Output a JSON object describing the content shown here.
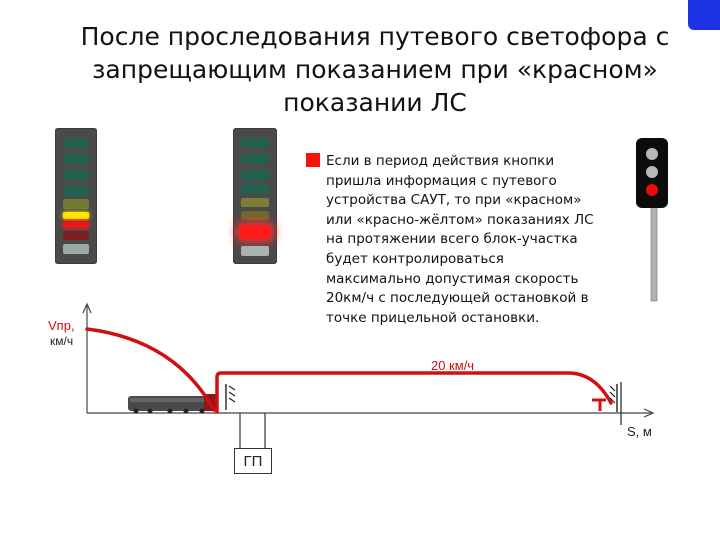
{
  "title_lines": [
    "После проследования путевого светофора с",
    "запрещающим показанием при «красном»",
    "показании ЛС"
  ],
  "description": "Если в период действия кнопки\nпришла информация с путевого\nустройства САУТ, то при «красном»\nили «красно-жёлтом» показаниях ЛС\nна протяжении всего блок-участка\nбудет контролироваться\nмаксимально допустимая скорость\n20км/ч с последующей остановкой в\nточке прицельной остановки.",
  "speed_label": "20 км/ч",
  "y_axis_label_1": "Vпр,",
  "y_axis_label_2": "км/ч",
  "x_axis_label": "S, м",
  "gp_label": "ГП",
  "colors": {
    "accent_red": "#e01010",
    "led_off": "#2c6a55",
    "led_yellow": "#ffe600",
    "led_red": "#ff2020",
    "corner_tab": "#1e32e6"
  },
  "left_panel_lamps": [
    "off",
    "off",
    "off",
    "off",
    "off",
    "yellow",
    "red",
    "dark-red",
    "white"
  ],
  "right_panel_lamps": [
    "off",
    "off",
    "off",
    "off",
    "dim-yellow",
    "dim-yellow",
    "red-bright",
    "white"
  ],
  "signal_lights": [
    "grey",
    "grey",
    "red"
  ]
}
